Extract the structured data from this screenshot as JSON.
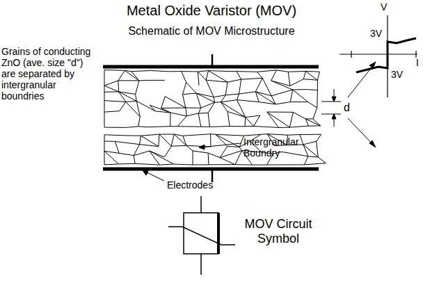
{
  "diagram": {
    "title": "Metal Oxide Varistor (MOV)",
    "labels": [
      "Schematic of MOV Microstructure",
      "Grains of conducting ZnO (ave. size \"d\") are separated by intergranular boundries",
      "d",
      "V",
      "3V",
      "I",
      "3V",
      "Intergranular Boundry",
      "Electrodes",
      "MOV Circuit Symbol"
    ]
  }
}
